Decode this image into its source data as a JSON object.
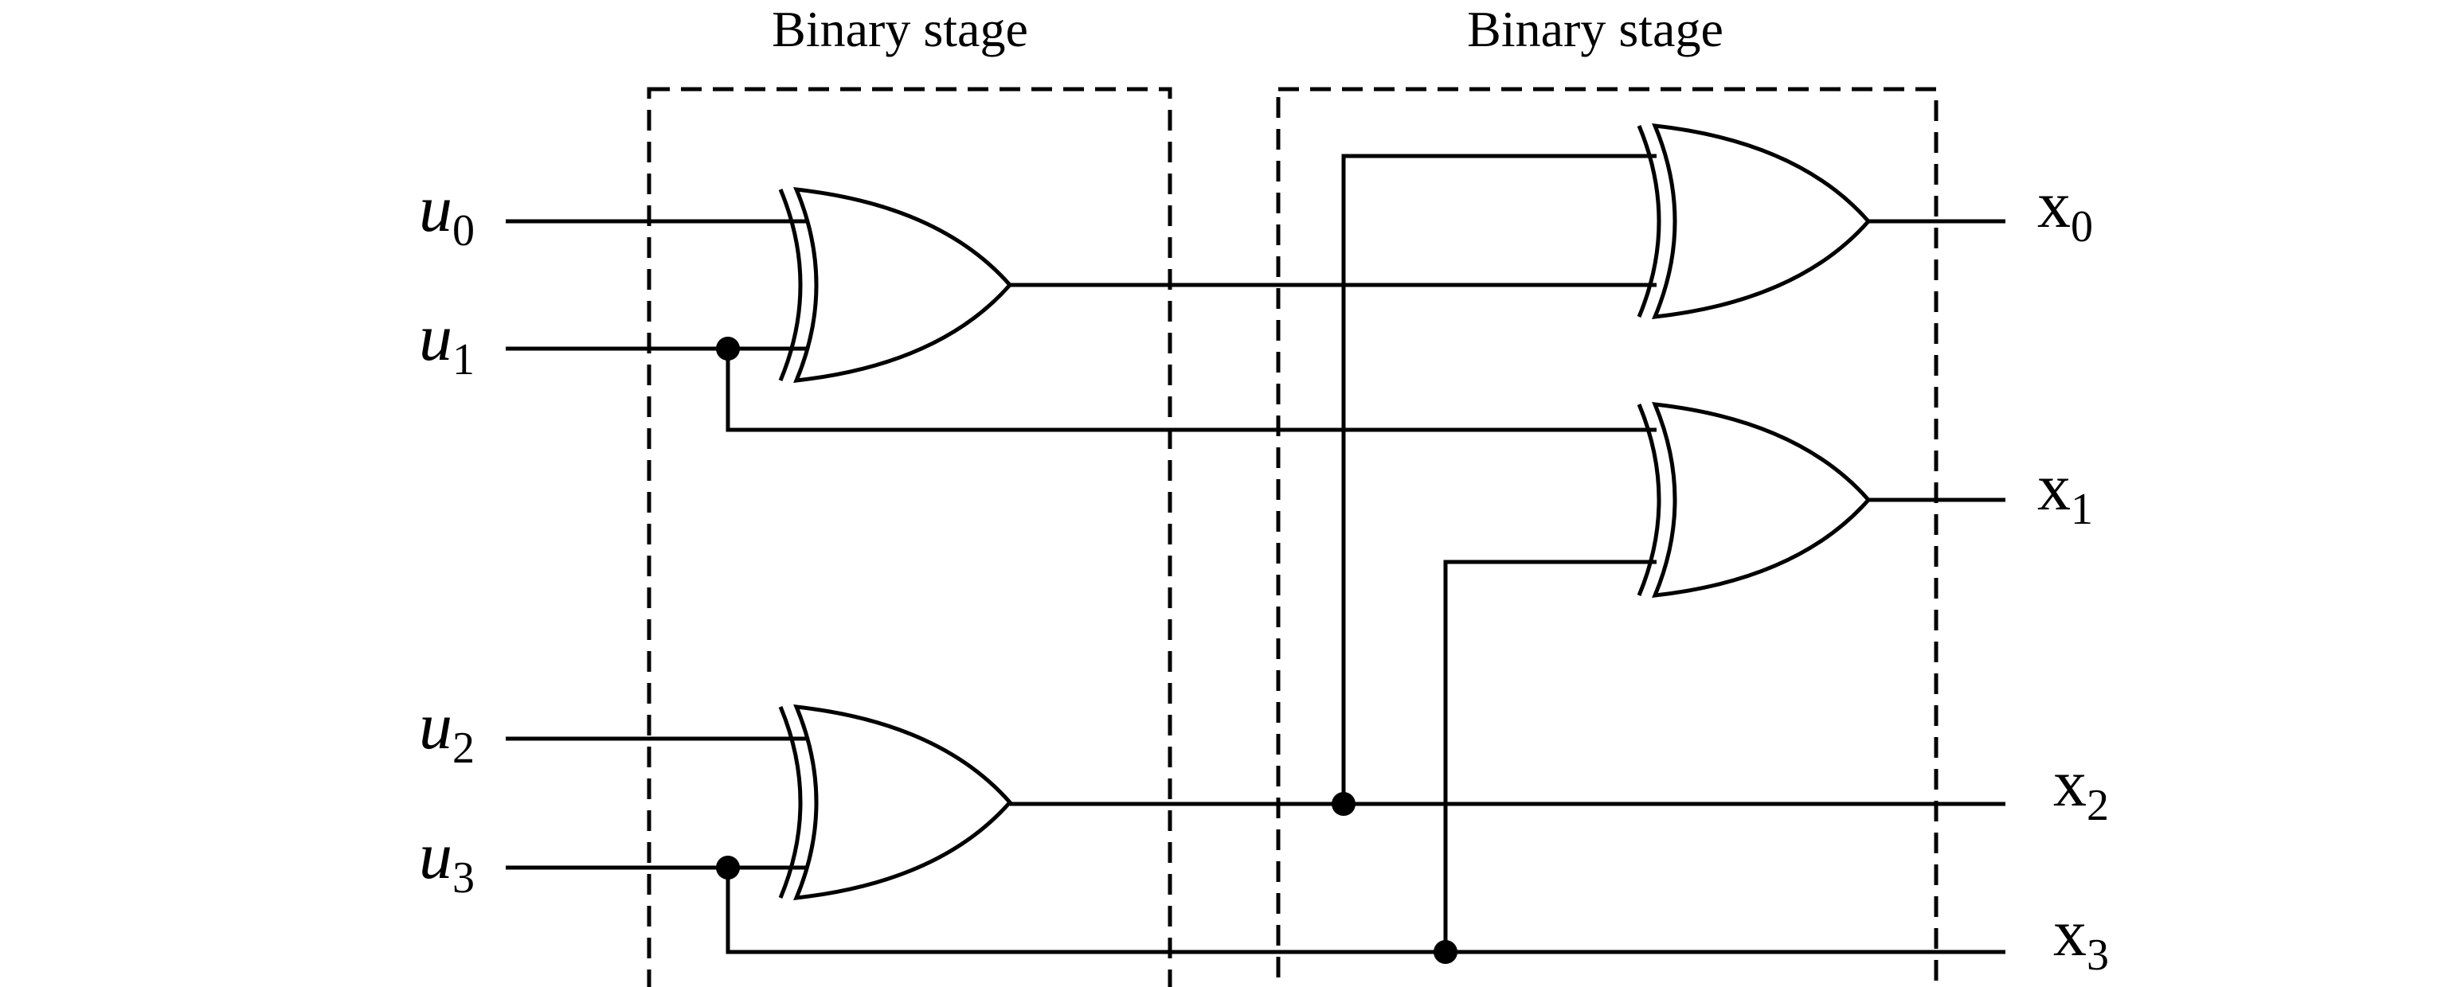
{
  "stages": [
    {
      "title": "Binary stage"
    },
    {
      "title": "Binary stage"
    }
  ],
  "inputs": [
    {
      "symbol": "u",
      "subscript": "0"
    },
    {
      "symbol": "u",
      "subscript": "1"
    },
    {
      "symbol": "u",
      "subscript": "2"
    },
    {
      "symbol": "u",
      "subscript": "3"
    }
  ],
  "outputs": [
    {
      "symbol": "x",
      "subscript": "0"
    },
    {
      "symbol": "x",
      "subscript": "1"
    },
    {
      "symbol": "x",
      "subscript": "2"
    },
    {
      "symbol": "x",
      "subscript": "3"
    }
  ],
  "gates": [
    {
      "type": "XOR",
      "inputs": [
        "u0",
        "u1"
      ],
      "output": "u0 xor u1"
    },
    {
      "type": "XOR",
      "inputs": [
        "u2",
        "u3"
      ],
      "output": "u2 xor u3"
    },
    {
      "type": "XOR",
      "inputs": [
        "u2 xor u3",
        "u0 xor u1"
      ],
      "output": "x0"
    },
    {
      "type": "XOR",
      "inputs": [
        "u1",
        "u3"
      ],
      "output": "x1"
    }
  ],
  "direct_outputs": [
    {
      "source": "u2 xor u3",
      "output": "x2"
    },
    {
      "source": "u3",
      "output": "x3"
    }
  ]
}
